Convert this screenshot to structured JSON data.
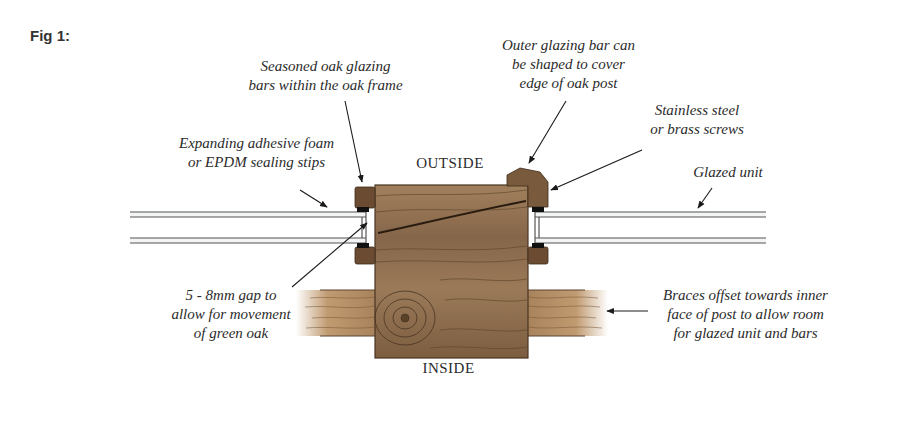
{
  "diagram": {
    "title": "Fig 1:",
    "labels": [
      "Seasoned oak glazing bars within the oak frame",
      "Outer glazing bar can be shaped to cover edge of oak post",
      "Stainless steel or brass screws",
      "Expanding adhesive foam or EPDM sealing stips",
      "OUTSIDE",
      "Glazed unit",
      "5 - 8mm gap to allow for movement of green oak",
      "Braces offset towards inner face of post to allow room for glazed unit and bars",
      "INSIDE"
    ]
  }
}
